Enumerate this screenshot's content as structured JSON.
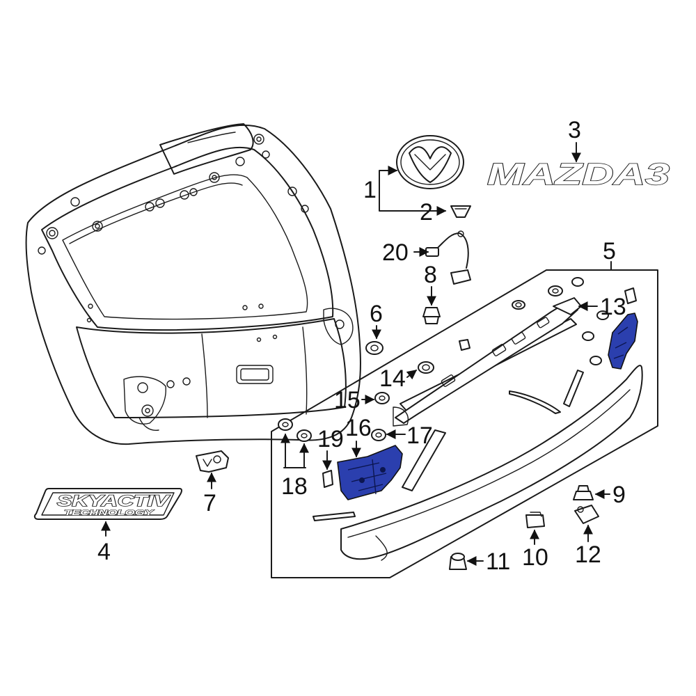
{
  "callouts": {
    "c1": "1",
    "c2": "2",
    "c3": "3",
    "c4": "4",
    "c5": "5",
    "c6": "6",
    "c7": "7",
    "c8": "8",
    "c9": "9",
    "c10": "10",
    "c11": "11",
    "c12": "12",
    "c13": "13",
    "c14": "14",
    "c15": "15",
    "c16": "16",
    "c17": "17",
    "c18": "18",
    "c19": "19",
    "c20": "20"
  },
  "badges": {
    "mazda3": "MAZDA3",
    "skyactiv": "SKYACTIV",
    "technology": "TECHNOLOGY"
  },
  "colors": {
    "highlight": "#2b3fae",
    "line": "#1a1a1a"
  }
}
